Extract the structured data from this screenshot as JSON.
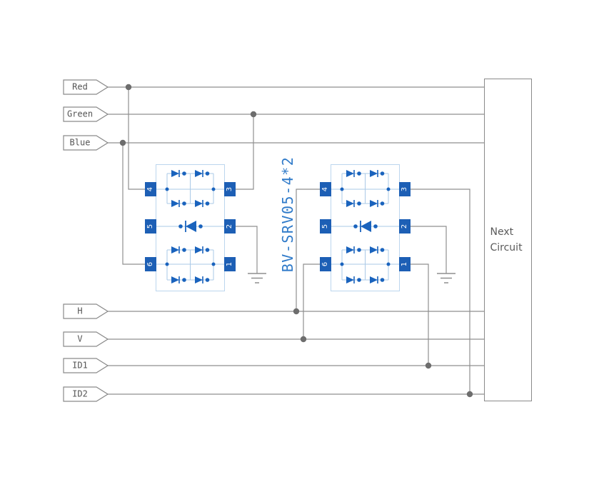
{
  "signals": [
    {
      "label": "Red"
    },
    {
      "label": "Green"
    },
    {
      "label": "Blue"
    },
    {
      "label": "H"
    },
    {
      "label": "V"
    },
    {
      "label": "ID1"
    },
    {
      "label": "ID2"
    }
  ],
  "components": {
    "part_number": "BV-SRV05-4*2",
    "ic1": {
      "pins_left": [
        "4",
        "5",
        "6"
      ],
      "pins_right": [
        "3",
        "2",
        "1"
      ]
    },
    "ic2": {
      "pins_left": [
        "4",
        "5",
        "6"
      ],
      "pins_right": [
        "3",
        "2",
        "1"
      ]
    }
  },
  "next_circuit": {
    "label": "Next Circuit"
  },
  "icons": {
    "ground": "earth-ground-symbol",
    "junction": "junction-dot",
    "diode": "diode-symbol"
  },
  "colors": {
    "wire": "#8f8f8f",
    "junction_dot": "#6d6d6d",
    "pin_blue": "#1d5fb5",
    "diode_blue": "#1a63bd",
    "ic_border": "#bcd6ee",
    "part_label_blue": "#2f7ac9",
    "label_text": "#555555"
  }
}
